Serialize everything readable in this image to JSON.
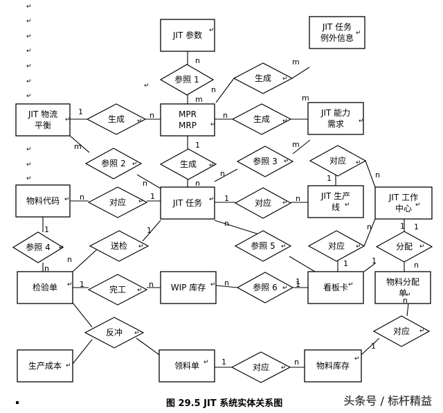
{
  "entities": [
    {
      "id": "jit-params",
      "lines": [
        "JIT 参数"
      ]
    },
    {
      "id": "jit-exception",
      "lines": [
        "JIT 任务",
        "例外信息"
      ]
    },
    {
      "id": "jit-balance",
      "lines": [
        "JIT 物流",
        "平衡"
      ]
    },
    {
      "id": "mpr-mrp",
      "lines": [
        "MPR",
        "MRP"
      ]
    },
    {
      "id": "jit-capacity",
      "lines": [
        "JIT 能力",
        "需求"
      ]
    },
    {
      "id": "material-code",
      "lines": [
        "物料代码"
      ]
    },
    {
      "id": "jit-task",
      "lines": [
        "JIT 任务"
      ]
    },
    {
      "id": "jit-line",
      "lines": [
        "JIT 生产",
        "线"
      ]
    },
    {
      "id": "jit-center",
      "lines": [
        "JIT 工作",
        "中心"
      ]
    },
    {
      "id": "inspection",
      "lines": [
        "检验单"
      ]
    },
    {
      "id": "wip",
      "lines": [
        "WIP 库存"
      ]
    },
    {
      "id": "kanban",
      "lines": [
        "看板卡"
      ]
    },
    {
      "id": "material-dist",
      "lines": [
        "物料分配",
        "单"
      ]
    },
    {
      "id": "cost",
      "lines": [
        "生产成本"
      ]
    },
    {
      "id": "picking",
      "lines": [
        "领料单"
      ]
    },
    {
      "id": "material-stock",
      "lines": [
        "物料库存"
      ]
    }
  ],
  "relationships": [
    {
      "id": "ref1",
      "label": "参照 1"
    },
    {
      "id": "gen-exc",
      "label": "生成"
    },
    {
      "id": "gen-bal",
      "label": "生成"
    },
    {
      "id": "gen-cap",
      "label": "生成"
    },
    {
      "id": "ref2",
      "label": "参照 2"
    },
    {
      "id": "gen-task",
      "label": "生成"
    },
    {
      "id": "ref3",
      "label": "参照 3"
    },
    {
      "id": "corr-line",
      "label": "对应"
    },
    {
      "id": "corr-code",
      "label": "对应"
    },
    {
      "id": "corr-task-line",
      "label": "对应"
    },
    {
      "id": "ref4",
      "label": "参照 4"
    },
    {
      "id": "send",
      "label": "送检"
    },
    {
      "id": "ref5",
      "label": "参照 5"
    },
    {
      "id": "corr-kanban",
      "label": "对应"
    },
    {
      "id": "assign",
      "label": "分配"
    },
    {
      "id": "complete",
      "label": "完工"
    },
    {
      "id": "ref6",
      "label": "参照 6"
    },
    {
      "id": "offset",
      "label": "反冲"
    },
    {
      "id": "corr-dist",
      "label": "对应"
    },
    {
      "id": "corr-stock",
      "label": "对应"
    }
  ],
  "cardinalities": [
    {
      "id": "c-ref1-n",
      "text": "n"
    },
    {
      "id": "c-ref1-m",
      "text": "m"
    },
    {
      "id": "c-exc-m",
      "text": "m"
    },
    {
      "id": "c-exc-n",
      "text": "n"
    },
    {
      "id": "c-bal-1",
      "text": "1"
    },
    {
      "id": "c-bal-n",
      "text": "n"
    },
    {
      "id": "c-cap-m",
      "text": "m"
    },
    {
      "id": "c-cap-n",
      "text": "n"
    },
    {
      "id": "c-ref2-m",
      "text": "m"
    },
    {
      "id": "c-ref2-n",
      "text": "n"
    },
    {
      "id": "c-gen-1",
      "text": "1"
    },
    {
      "id": "c-gen-n",
      "text": "n"
    },
    {
      "id": "c-ref3-n",
      "text": "n"
    },
    {
      "id": "c-ref3-m",
      "text": "m"
    },
    {
      "id": "c-line-1",
      "text": "1"
    },
    {
      "id": "c-line-n",
      "text": "n"
    },
    {
      "id": "c-code-n",
      "text": "n"
    },
    {
      "id": "c-code-1",
      "text": "1"
    },
    {
      "id": "c-tl-1",
      "text": "1"
    },
    {
      "id": "c-tl-n",
      "text": "n"
    },
    {
      "id": "c-ref4-1",
      "text": "1"
    },
    {
      "id": "c-ref4-n",
      "text": "n"
    },
    {
      "id": "c-send-n",
      "text": "n"
    },
    {
      "id": "c-send-1",
      "text": "1"
    },
    {
      "id": "c-ref5-n",
      "text": "n"
    },
    {
      "id": "c-ref5-1",
      "text": "1"
    },
    {
      "id": "c-kb-1",
      "text": "1"
    },
    {
      "id": "c-kb-n",
      "text": "n"
    },
    {
      "id": "c-assign-1",
      "text": "1"
    },
    {
      "id": "c-assign-1b",
      "text": "1"
    },
    {
      "id": "c-assign-n",
      "text": "n"
    },
    {
      "id": "c-assign-1c",
      "text": "1"
    },
    {
      "id": "c-comp-1",
      "text": "1"
    },
    {
      "id": "c-comp-n",
      "text": "n"
    },
    {
      "id": "c-ref6-n",
      "text": "n"
    },
    {
      "id": "c-ref6-1",
      "text": "1"
    },
    {
      "id": "c-dist-n",
      "text": "n"
    },
    {
      "id": "c-dist-1",
      "text": "1"
    },
    {
      "id": "c-stock-1",
      "text": "1"
    },
    {
      "id": "c-stock-n",
      "text": "n"
    }
  ],
  "caption": "图 29.5   JIT 系统实体关系图",
  "watermark": "头条号 / 标杆精益",
  "colors": {
    "line": "#000000",
    "background": "#ffffff",
    "paragraph_mark": "#444444"
  }
}
